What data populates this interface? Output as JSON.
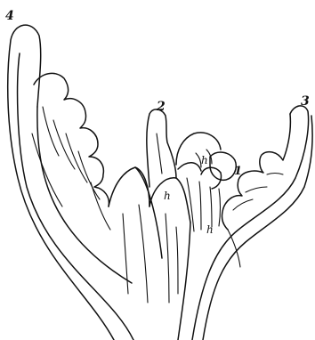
{
  "labels": {
    "leaf_4": "4",
    "leaf_2": "2",
    "leaf_3": "3",
    "leaf_1": "1",
    "h_center": "h",
    "h_left": "h",
    "h_bottom": "h"
  }
}
